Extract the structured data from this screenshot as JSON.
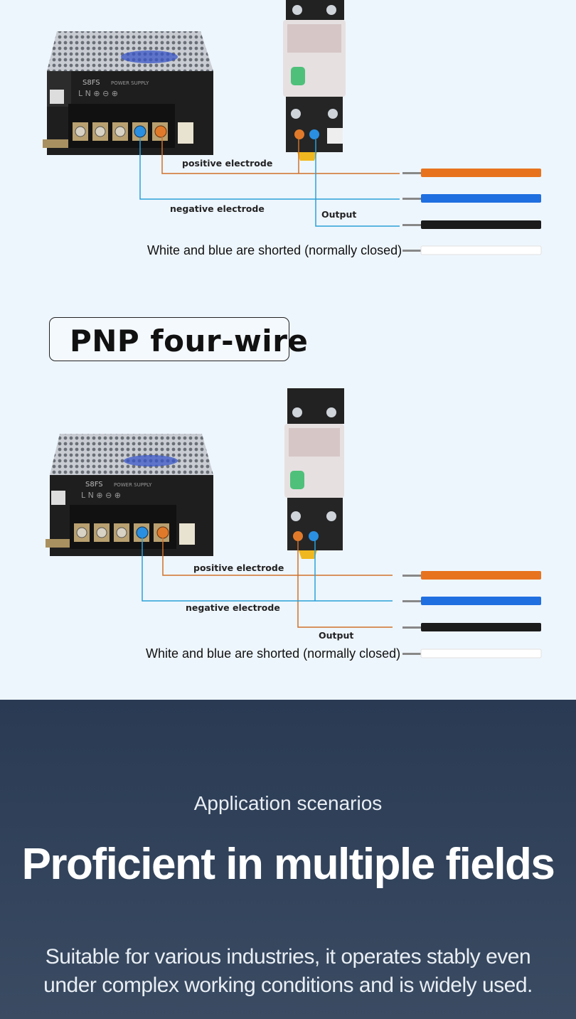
{
  "diagram1": {
    "positive_label": "positive electrode",
    "negative_label": "negative electrode",
    "output_label": "Output",
    "short_note": "White and blue are shorted (normally closed)"
  },
  "section_title": "PNP four-wire",
  "diagram2": {
    "positive_label": "positive electrode",
    "negative_label": "negative electrode",
    "output_label": "Output",
    "short_note": "White and blue are shorted (normally closed)"
  },
  "psu_text": {
    "model": "S8FS",
    "brand": "POWER SUPPLY",
    "terminals": "L  N  ⊕  ⊖  ⊕"
  },
  "colors": {
    "orange_wire": "#e8731e",
    "blue_wire": "#1f6fe0",
    "black_wire": "#1b1b1b",
    "white_wire": "#ffffff",
    "line_orange": "#d0702a",
    "line_blue": "#2aa0d8"
  },
  "application": {
    "kicker": "Application scenarios",
    "headline": "Proficient in multiple fields",
    "description": "Suitable for various industries, it operates stably even under complex working conditions and is widely used."
  }
}
